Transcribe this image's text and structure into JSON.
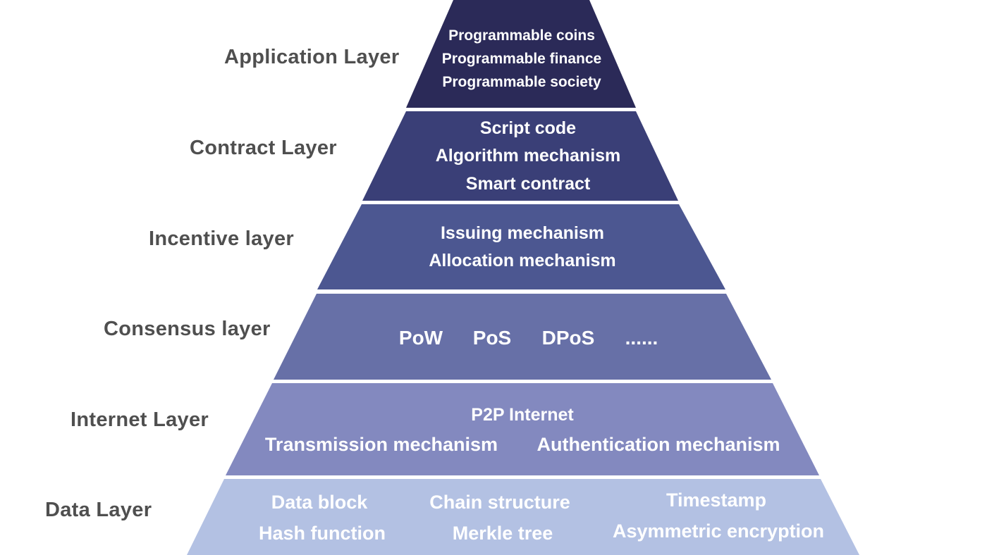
{
  "layers": [
    {
      "label": "Application Layer",
      "color": "#2b2a58",
      "items": [
        "Programmable coins",
        "Programmable finance",
        "Programmable society"
      ]
    },
    {
      "label": "Contract Layer",
      "color": "#3a3f77",
      "items": [
        "Script code",
        "Algorithm mechanism",
        "Smart contract"
      ]
    },
    {
      "label": "Incentive layer",
      "color": "#4c5791",
      "items": [
        "Issuing mechanism",
        "Allocation mechanism"
      ]
    },
    {
      "label": "Consensus layer",
      "color": "#6770a7",
      "items": [
        "PoW",
        "PoS",
        "DPoS",
        "......"
      ]
    },
    {
      "label": "Internet Layer",
      "color": "#8389bf",
      "items": [
        "P2P Internet",
        "Transmission mechanism",
        "Authentication mechanism"
      ]
    },
    {
      "label": "Data Layer",
      "color": "#b3c1e3",
      "items": [
        "Data block",
        "Hash function",
        "Chain structure",
        "Merkle tree",
        "Timestamp",
        "Asymmetric encryption"
      ]
    }
  ]
}
